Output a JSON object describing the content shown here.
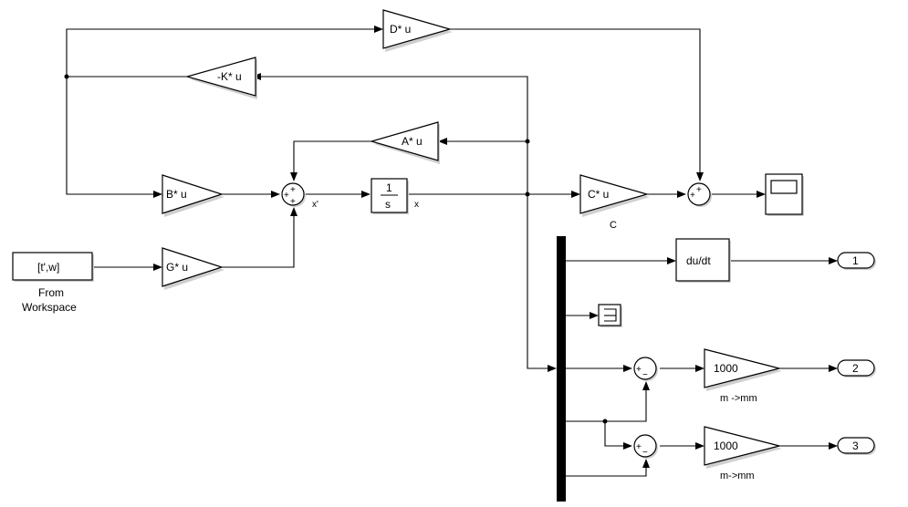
{
  "blocks": {
    "gain_d": {
      "label": "D* u"
    },
    "gain_k": {
      "label": "-K* u"
    },
    "gain_a": {
      "label": "A* u"
    },
    "gain_b": {
      "label": "B* u"
    },
    "gain_g": {
      "label": "G* u"
    },
    "gain_c": {
      "label": "C* u",
      "caption": "C"
    },
    "integrator": {
      "numerator": "1",
      "denominator": "s"
    },
    "from_workspace": {
      "label": "[t',w]",
      "caption_line1": "From",
      "caption_line2": "Workspace"
    },
    "derivative": {
      "label": "du/dt"
    },
    "gain_1000_top": {
      "label": "1000",
      "caption": "m ->mm"
    },
    "gain_1000_bottom": {
      "label": "1000",
      "caption": "m->mm"
    },
    "out_1": {
      "label": "1"
    },
    "out_2": {
      "label": "2"
    },
    "out_3": {
      "label": "3"
    }
  },
  "signals": {
    "x_dot": "x'",
    "x": "x"
  },
  "sum_signs": {
    "sum_main": [
      "+",
      "+",
      "+"
    ],
    "sum_output": [
      "+",
      "+"
    ],
    "sum_err_top": [
      "+",
      "−"
    ],
    "sum_err_bottom": [
      "+",
      "−"
    ]
  },
  "icons": {
    "scope": "scope-icon",
    "terminator": "terminator-icon"
  }
}
